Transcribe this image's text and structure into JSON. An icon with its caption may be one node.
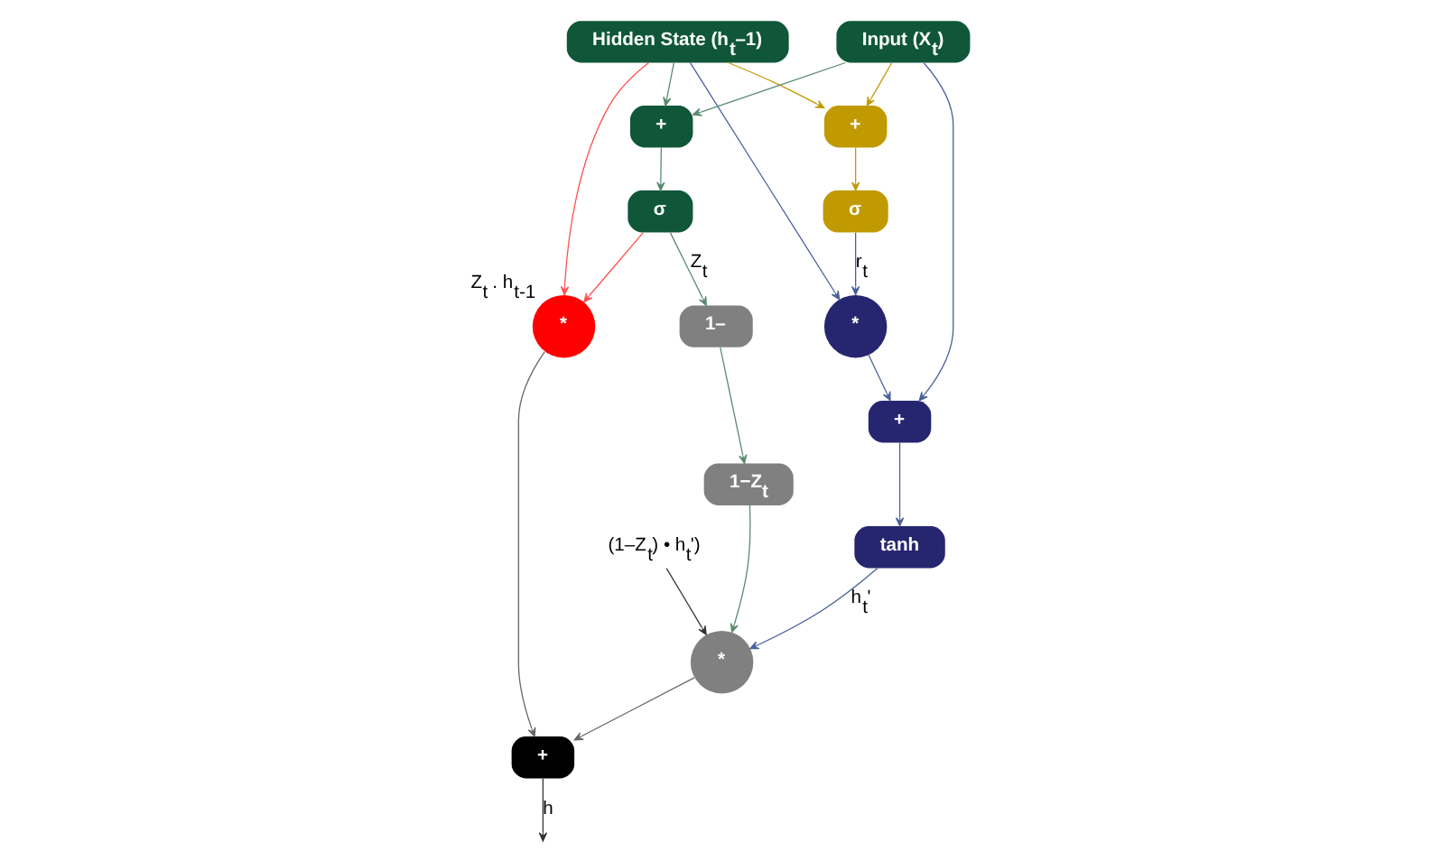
{
  "diagram": {
    "nodes": [
      {
        "text": [
          "Hidden State (h$_{t}$–1)"
        ]
      },
      {
        "text": [
          "+"
        ]
      },
      {
        "text": [
          "σ"
        ]
      },
      {
        "text": [
          "*"
        ]
      },
      {
        "text": [
          "*"
        ],
        "beside": [
          "Z$_{t}$ . h$_{t-1}$"
        ]
      },
      {
        "text": [
          "+"
        ]
      },
      {
        "text": [
          "σ"
        ]
      },
      {
        "text": [
          "+"
        ]
      },
      {
        "text": [
          "+"
        ]
      },
      {
        "text": [
          "1–"
        ]
      },
      {
        "text": [
          "tanh"
        ]
      },
      {
        "text": [
          "1−Z$_{t}$"
        ]
      },
      {
        "text": [
          "*"
        ]
      },
      {
        "text": [
          "Input (X$_{t}$)"
        ]
      },
      {
        "text": [
          "(1–Z$_{t}$) • h$_{t}$')"
        ]
      }
    ],
    "edges": [
      {
        "from": 0,
        "to": 1,
        "arrow": "to",
        "color": "#c09a00"
      },
      {
        "from": 0,
        "to": 5,
        "arrow": "to"
      },
      {
        "from": 0,
        "to": 3,
        "arrow": "to",
        "color": "#4a5f9a"
      },
      {
        "from": 0,
        "to": 4,
        "arrow": "to",
        "color": "#ff5050"
      },
      {
        "from": 13,
        "to": 5,
        "arrow": "to"
      },
      {
        "from": 13,
        "to": 1,
        "arrow": "to",
        "color": "#c09a00"
      },
      {
        "from": 13,
        "to": 7,
        "arrow": "to",
        "color": "#4a5f9a"
      },
      {
        "from": 1,
        "to": 2,
        "arrow": "to",
        "color": "#c09a00"
      },
      {
        "from": 2,
        "to": 3,
        "arrow": "to",
        "label": "r$_{t}$",
        "color": "#4a5f9a"
      },
      {
        "from": 5,
        "to": 6,
        "arrow": "to"
      },
      {
        "from": 6,
        "to": 9,
        "arrow": "to",
        "label": "Z$_{t}$"
      },
      {
        "from": 6,
        "to": 4,
        "arrow": "to",
        "color": "#ff5050"
      },
      {
        "from": 3,
        "to": 7,
        "arrow": "to",
        "color": "#4a5f9a"
      },
      {
        "from": 7,
        "to": 10,
        "arrow": "to",
        "color": "#4a5f9a"
      },
      {
        "from": 10,
        "to": 12,
        "arrow": "to",
        "label": "h$_{t}$'",
        "color": "#4a5f9a"
      },
      {
        "from": 9,
        "to": 11,
        "arrow": "to"
      },
      {
        "from": 11,
        "to": 12,
        "arrow": "to"
      },
      {
        "from": 4,
        "to": 8,
        "arrow": "to",
        "color": "#666666"
      },
      {
        "from": 12,
        "to": 8,
        "arrow": "to",
        "color": "#666666"
      },
      {
        "from": 8,
        "to": null,
        "arrow": "to",
        "label": "h",
        "color": "#333333"
      },
      {
        "from": 14,
        "to": 12,
        "arrow": "to",
        "color": "#333333"
      }
    ]
  }
}
